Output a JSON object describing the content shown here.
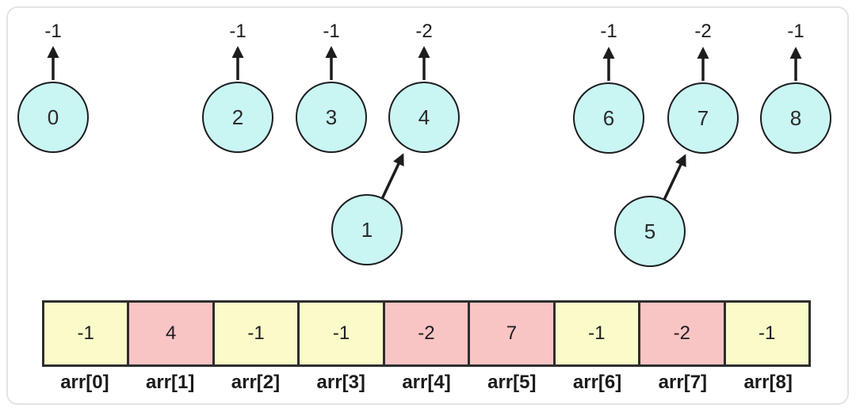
{
  "colors": {
    "node_fill": "#c9f5f3",
    "node_stroke": "#1d1d1f",
    "arrow": "#1d1d1f",
    "cell_yellow": "#fbfbc9",
    "cell_pink": "#f9c4c4",
    "cell_border": "#2e2e2e",
    "card_border": "#e4e4e4"
  },
  "forest": {
    "roots": [
      {
        "id": "0",
        "parent_value": "-1"
      },
      {
        "id": "2",
        "parent_value": "-1"
      },
      {
        "id": "3",
        "parent_value": "-1"
      },
      {
        "id": "4",
        "parent_value": "-2"
      },
      {
        "id": "6",
        "parent_value": "-1"
      },
      {
        "id": "7",
        "parent_value": "-2"
      },
      {
        "id": "8",
        "parent_value": "-1"
      }
    ],
    "children": [
      {
        "id": "1",
        "points_to": "4"
      },
      {
        "id": "5",
        "points_to": "7"
      }
    ]
  },
  "array": {
    "cells": [
      {
        "value": "-1",
        "index_label": "arr[0]",
        "fill": "#fbfbc9"
      },
      {
        "value": "4",
        "index_label": "arr[1]",
        "fill": "#f9c4c4"
      },
      {
        "value": "-1",
        "index_label": "arr[2]",
        "fill": "#fbfbc9"
      },
      {
        "value": "-1",
        "index_label": "arr[3]",
        "fill": "#fbfbc9"
      },
      {
        "value": "-2",
        "index_label": "arr[4]",
        "fill": "#f9c4c4"
      },
      {
        "value": "7",
        "index_label": "arr[5]",
        "fill": "#f9c4c4"
      },
      {
        "value": "-1",
        "index_label": "arr[6]",
        "fill": "#fbfbc9"
      },
      {
        "value": "-2",
        "index_label": "arr[7]",
        "fill": "#f9c4c4"
      },
      {
        "value": "-1",
        "index_label": "arr[8]",
        "fill": "#fbfbc9"
      }
    ]
  }
}
